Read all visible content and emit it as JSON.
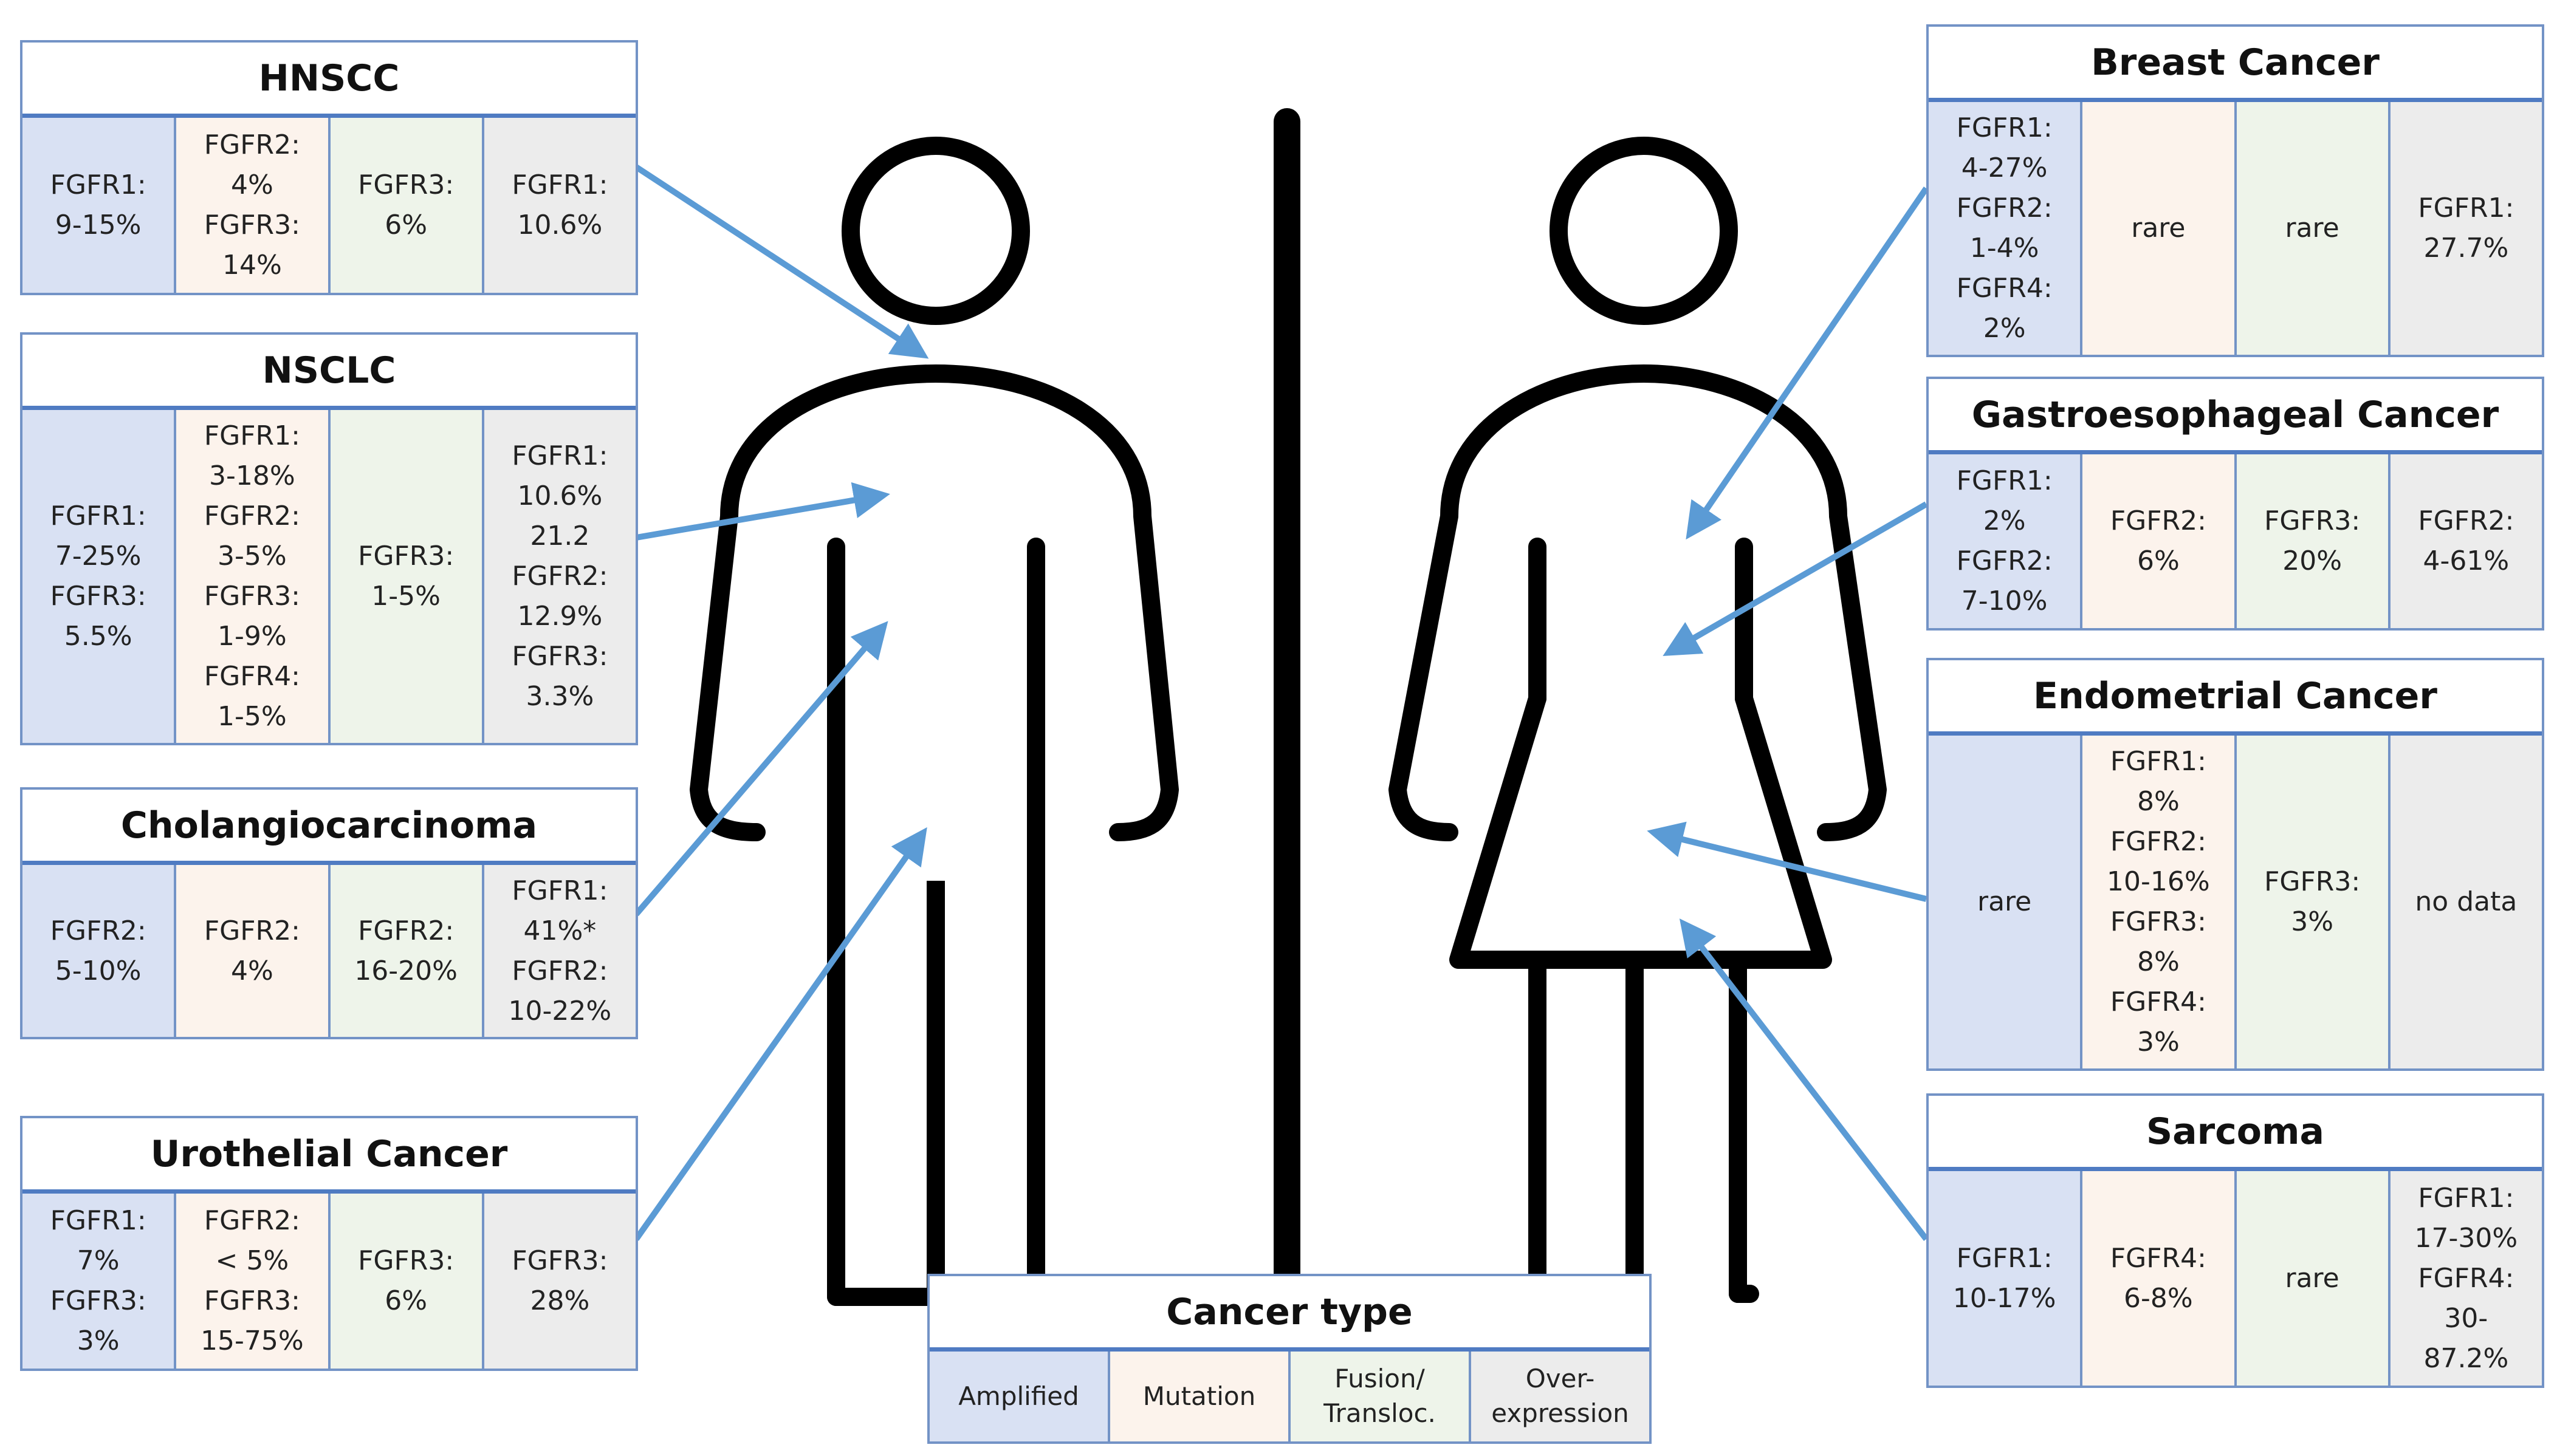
{
  "colors": {
    "amplified": "#d9e1f3",
    "mutation": "#fcf3ec",
    "fusion": "#eef4ea",
    "overexpression": "#ececec",
    "border": "#7393c6",
    "arrow": "#5b9bd5",
    "figure": "#000000"
  },
  "figure": {
    "left_icon": "male-figure-icon",
    "right_icon": "female-figure-icon"
  },
  "panels": {
    "hnscc": {
      "title": "HNSCC",
      "cells": [
        "FGFR1:\n9-15%",
        "FGFR2:\n4%\nFGFR3:\n14%",
        "FGFR3:\n6%",
        "FGFR1:\n10.6%"
      ]
    },
    "nsclc": {
      "title": "NSCLC",
      "cells": [
        "FGFR1:\n7-25%\nFGFR3:\n5.5%",
        "FGFR1:\n3-18%\nFGFR2:\n3-5%\nFGFR3:\n1-9%\nFGFR4:\n1-5%",
        "FGFR3:\n1-5%",
        "FGFR1:\n10.6%\n21.2\nFGFR2:\n12.9%\nFGFR3:\n3.3%"
      ]
    },
    "cholangio": {
      "title": "Cholangiocarcinoma",
      "cells": [
        "FGFR2:\n5-10%",
        "FGFR2:\n4%",
        "FGFR2:\n16-20%",
        "FGFR1:\n41%*\nFGFR2:\n10-22%"
      ]
    },
    "urothelial": {
      "title": "Urothelial Cancer",
      "cells": [
        "FGFR1:\n7%\nFGFR3:\n3%",
        "FGFR2:\n< 5%\nFGFR3:\n15-75%",
        "FGFR3:\n6%",
        "FGFR3:\n28%"
      ]
    },
    "breast": {
      "title": "Breast Cancer",
      "cells": [
        "FGFR1:\n4-27%\nFGFR2:\n1-4%\nFGFR4:\n2%",
        "rare",
        "rare",
        "FGFR1:\n27.7%"
      ]
    },
    "gastro": {
      "title": "Gastroesophageal  Cancer",
      "cells": [
        "FGFR1:\n2%\nFGFR2:\n7-10%",
        "FGFR2:\n6%",
        "FGFR3:\n20%",
        "FGFR2:\n4-61%"
      ]
    },
    "endometrial": {
      "title": "Endometrial  Cancer",
      "cells": [
        "rare",
        "FGFR1:\n8%\nFGFR2:\n10-16%\nFGFR3:\n8%\nFGFR4:\n3%",
        "FGFR3:\n3%",
        "no data"
      ]
    },
    "sarcoma": {
      "title": "Sarcoma",
      "cells": [
        "FGFR1:\n10-17%",
        "FGFR4:\n6-8%",
        "rare",
        "FGFR1:\n17-30%\nFGFR4:\n30-\n87.2%"
      ]
    }
  },
  "legend": {
    "title": "Cancer type",
    "cells": [
      "Amplified",
      "Mutation",
      "Fusion/\nTransloc.",
      "Over-\nexpression"
    ]
  }
}
